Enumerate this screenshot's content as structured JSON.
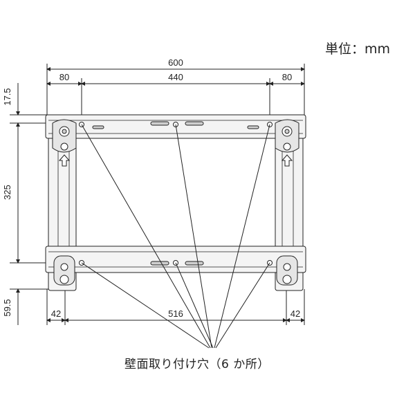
{
  "unit_label": "単位：mm",
  "dimensions": {
    "total_width": "600",
    "left_offset": "80",
    "hole_span": "440",
    "right_offset": "80",
    "top_offset": "17.5",
    "vertical_span": "325",
    "bottom_offset": "59.5",
    "bottom_left": "42",
    "bottom_span": "516",
    "bottom_right": "42"
  },
  "caption": "壁面取り付け穴（6 か所）",
  "colors": {
    "line": "#222222",
    "frame_fill": "#f4f4f4",
    "shade": "#cfcfcf"
  }
}
